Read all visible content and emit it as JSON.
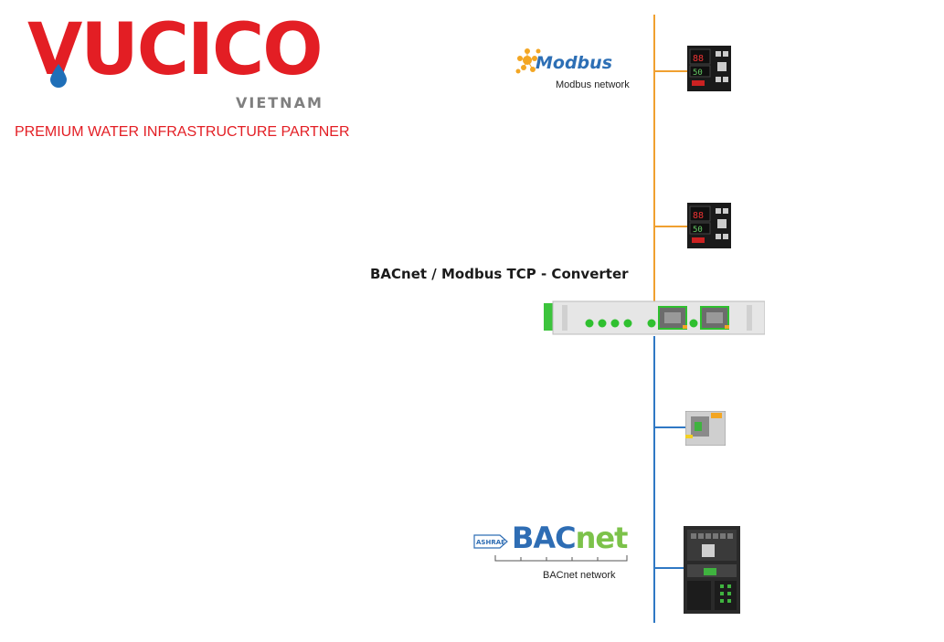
{
  "brand": {
    "name": "VUCICO",
    "subtitle": "VIETNAM",
    "tagline": "PREMIUM WATER INFRASTRUCTURE PARTNER",
    "color": "#e31e24",
    "subtitle_color": "#7f7f7f"
  },
  "diagram": {
    "converter_title": "BACnet / Modbus TCP - Converter",
    "modbus": {
      "logo_text": "Modbus",
      "network_label": "Modbus network",
      "line_color": "#f0a030"
    },
    "bacnet": {
      "logo_text_bac": "BAC",
      "logo_text_net": "net",
      "badge_text": "ASHRAE",
      "network_label": "BACnet network",
      "line_color": "#2f78c4"
    },
    "device_icons": [
      "controller-display-icon",
      "controller-display-icon",
      "converter-gateway-icon",
      "io-module-icon",
      "plc-controller-icon"
    ]
  }
}
